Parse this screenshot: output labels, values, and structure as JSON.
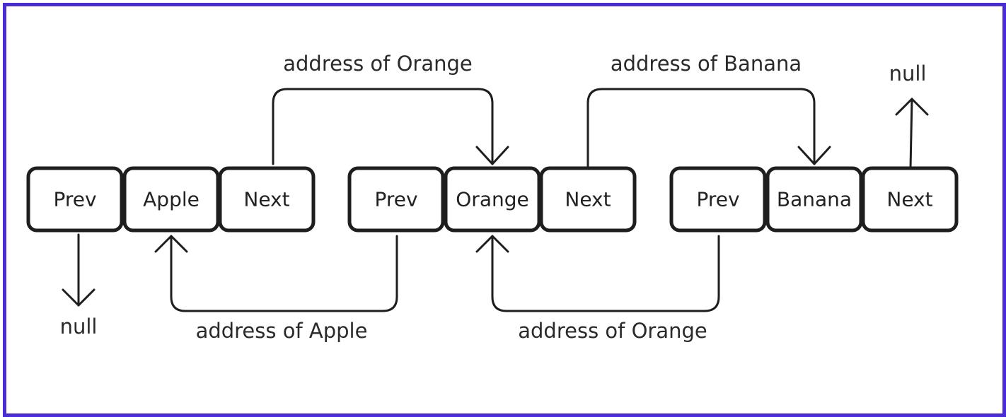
{
  "nodes": [
    {
      "prev_label": "Prev",
      "value": "Apple",
      "next_label": "Next"
    },
    {
      "prev_label": "Prev",
      "value": "Orange",
      "next_label": "Next"
    },
    {
      "prev_label": "Prev",
      "value": "Banana",
      "next_label": "Next"
    }
  ],
  "links": {
    "next_apple_to_orange": "address of Orange",
    "next_orange_to_banana": "address of Banana",
    "prev_orange_to_apple": "address of Apple",
    "prev_banana_to_orange": "address of Orange"
  },
  "terminals": {
    "head_prev_null": "null",
    "tail_next_null": "null"
  },
  "colors": {
    "frame_border": "#4b2bd6",
    "stroke": "#1e1e1e",
    "text": "#222222"
  }
}
